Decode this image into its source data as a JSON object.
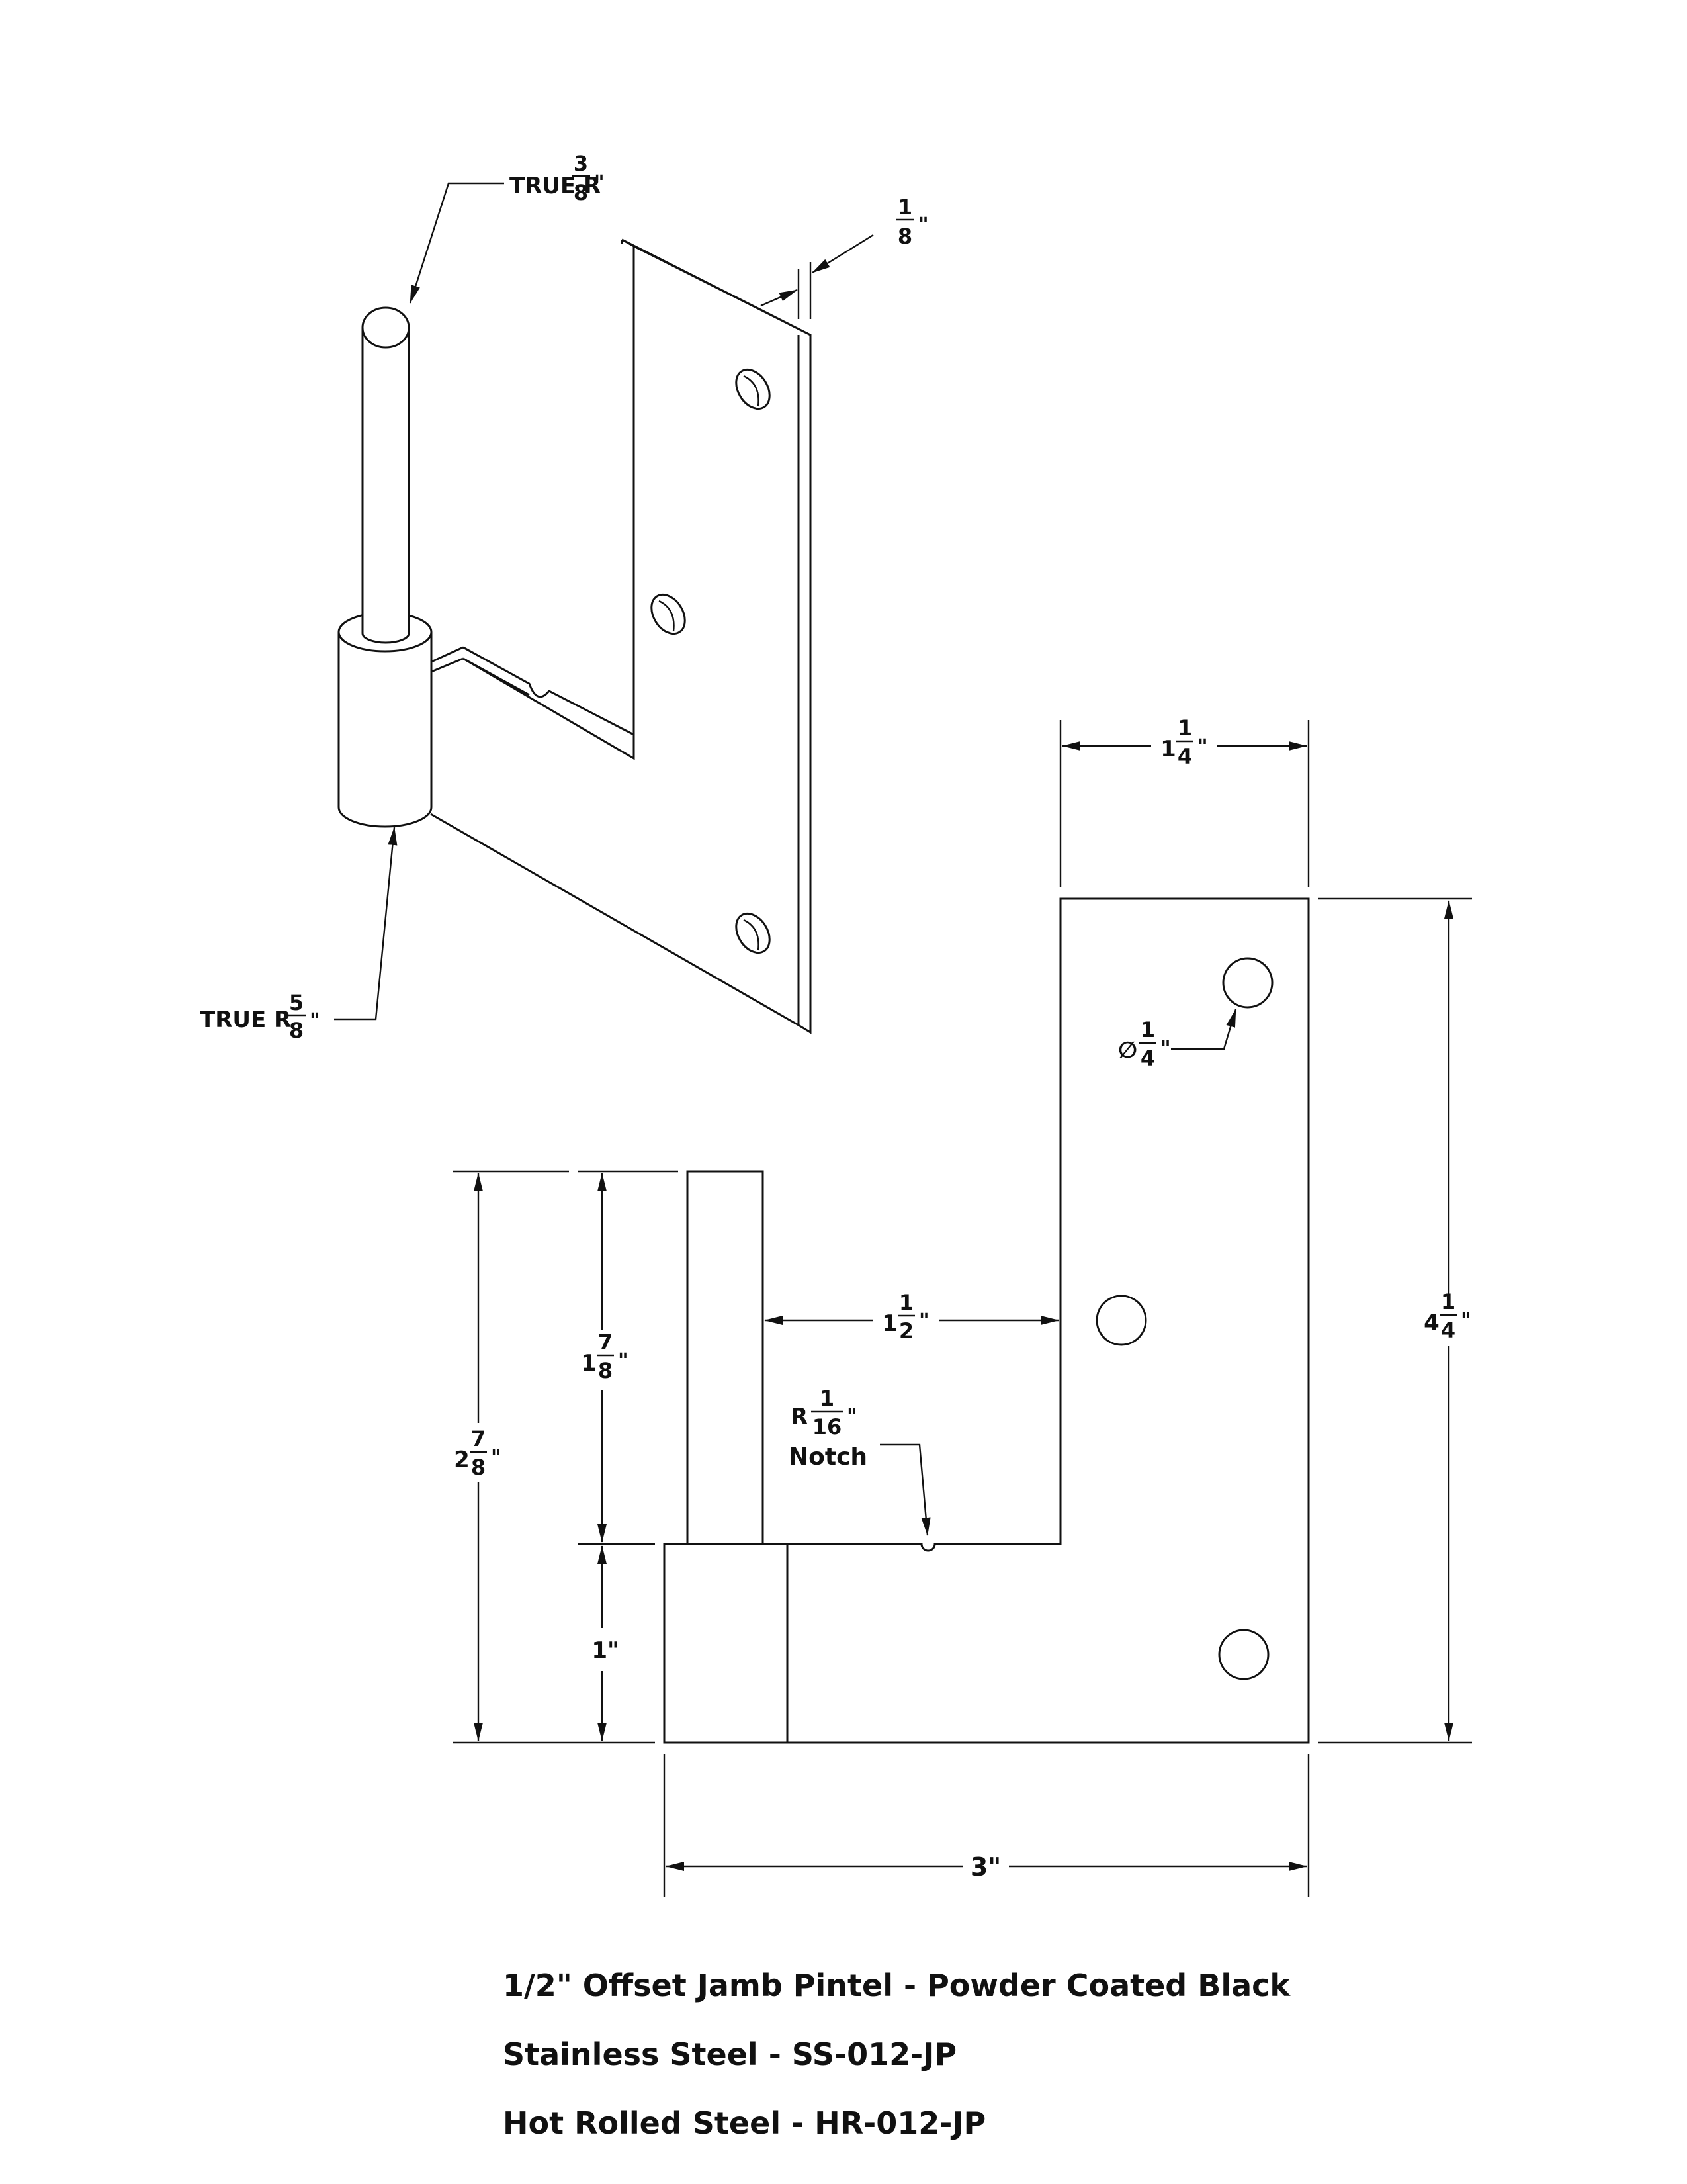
{
  "isometric_view": {
    "pin_radius_label": "TRUE R",
    "pin_radius_num": "3",
    "pin_radius_den": "8",
    "barrel_radius_label": "TRUE R",
    "barrel_radius_num": "5",
    "barrel_radius_den": "8",
    "thickness_num": "1",
    "thickness_den": "8"
  },
  "front_view": {
    "plate_width": {
      "whole": "1",
      "num": "1",
      "den": "4"
    },
    "plate_height": {
      "whole": "4",
      "num": "1",
      "den": "4"
    },
    "hole_diameter": {
      "symbol": "∅",
      "num": "1",
      "den": "4"
    },
    "offset": {
      "whole": "1",
      "num": "1",
      "den": "2"
    },
    "pin_length": {
      "whole": "1",
      "num": "7",
      "den": "8"
    },
    "overall_pin_height": {
      "whole": "2",
      "num": "7",
      "den": "8"
    },
    "barrel_height": "1\"",
    "notch": {
      "prefix": "R",
      "num": "1",
      "den": "16",
      "label": "Notch"
    },
    "overall_width": "3\""
  },
  "inch_mark": "\"",
  "title_block": {
    "title": "1/2\" Offset Jamb Pintel - Powder Coated Black",
    "line2": "Stainless Steel - SS-012-JP",
    "line3": "Hot Rolled Steel - HR-012-JP"
  }
}
